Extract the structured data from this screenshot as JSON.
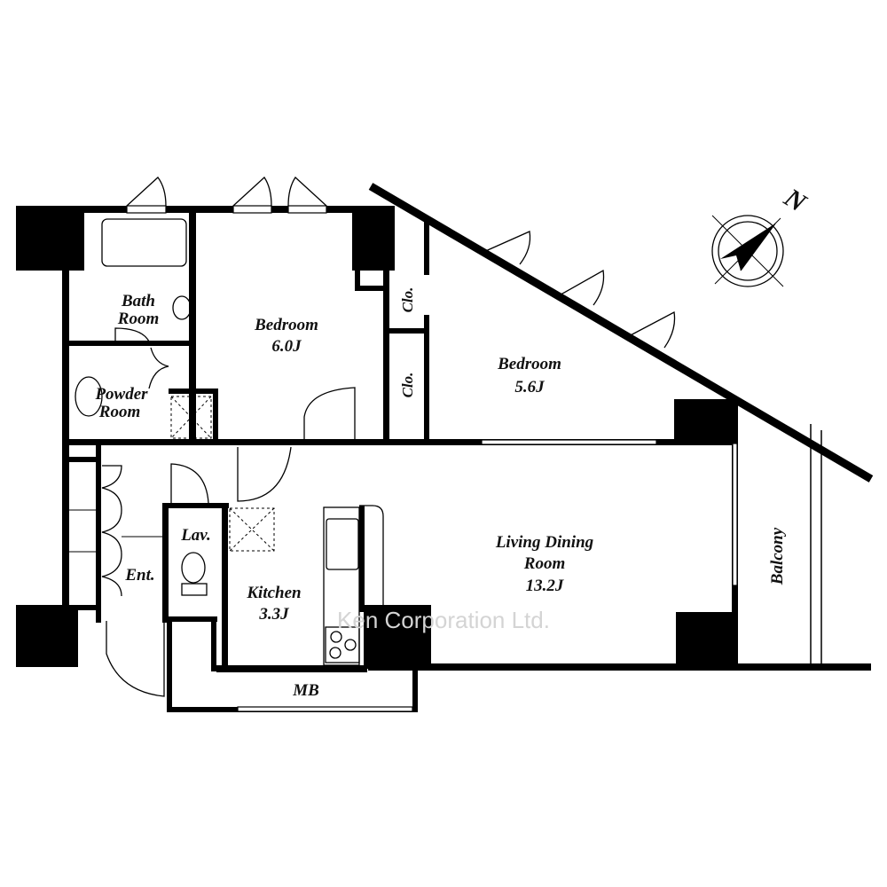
{
  "rooms": {
    "bath": {
      "line1": "Bath",
      "line2": "Room"
    },
    "powder": {
      "line1": "Powder",
      "line2": "Room"
    },
    "bedroom1": {
      "name": "Bedroom",
      "size": "6.0J"
    },
    "bedroom2": {
      "name": "Bedroom",
      "size": "5.6J"
    },
    "closet1": "Clo.",
    "closet2": "Clo.",
    "ldr": {
      "line1": "Living Dining",
      "line2": "Room",
      "size": "13.2J"
    },
    "kitchen": {
      "name": "Kitchen",
      "size": "3.3J"
    },
    "lav": "Lav.",
    "entrance": "Ent.",
    "mb": "MB",
    "balcony": "Balcony"
  },
  "compass": {
    "label": "N"
  },
  "watermark": "Ken Corporation Ltd."
}
